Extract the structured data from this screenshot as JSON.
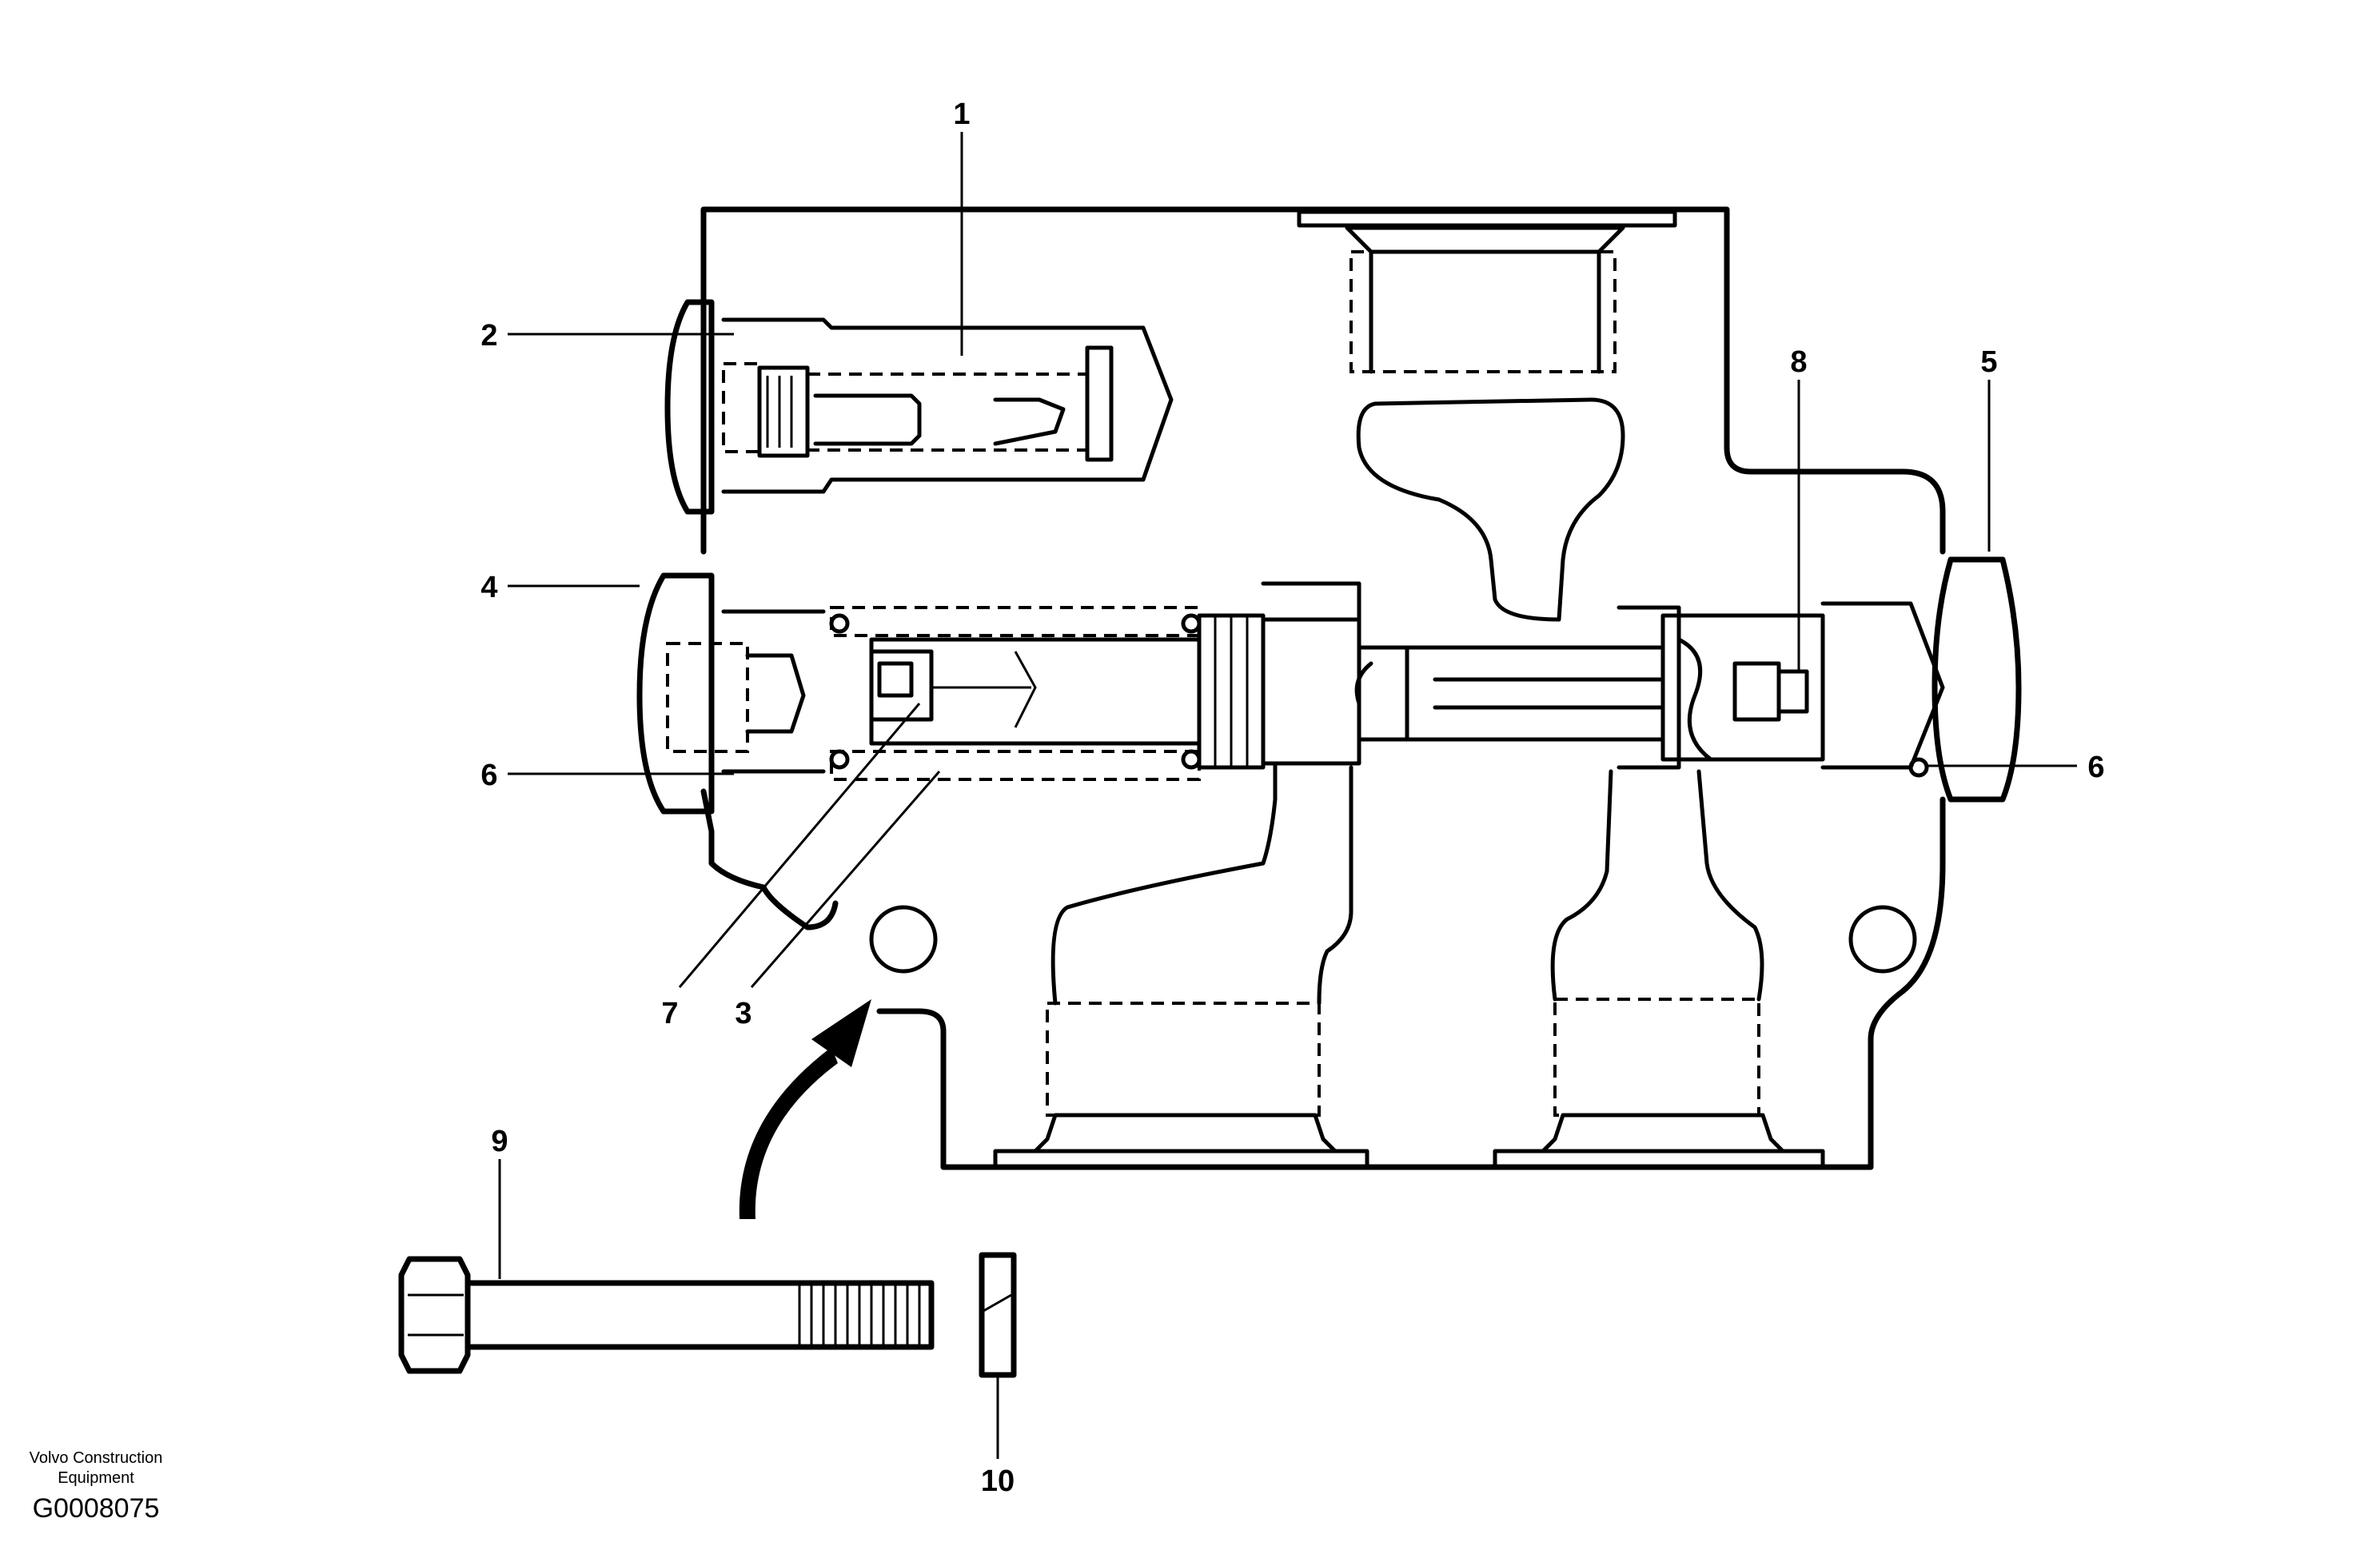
{
  "callouts": {
    "c1": "1",
    "c2": "2",
    "c3": "3",
    "c4": "4",
    "c5": "5",
    "c6a": "6",
    "c6b": "6",
    "c7": "7",
    "c8": "8",
    "c9": "9",
    "c10": "10"
  },
  "credit": {
    "line1": "Volvo Construction",
    "line2": "Equipment",
    "code": "G0008075"
  }
}
